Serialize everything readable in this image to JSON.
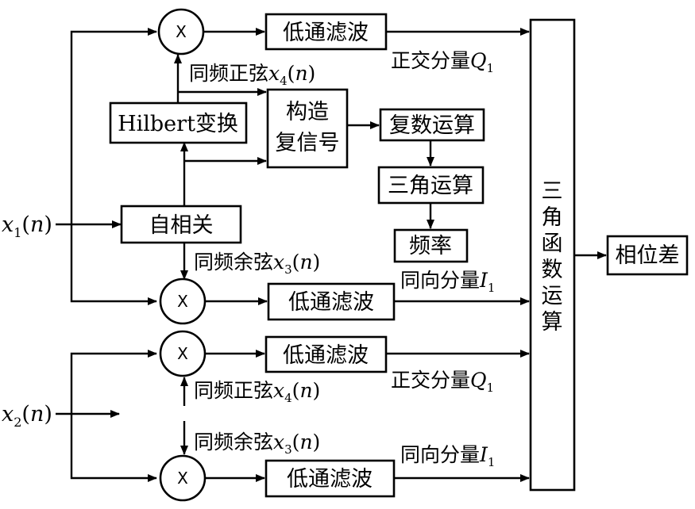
{
  "blocks": {
    "lpf": "低通滤波",
    "hilbert": "Hilbert变换",
    "construct_line1": "构造",
    "construct_line2": "复信号",
    "complex_op": "复数运算",
    "trig_op": "三角运算",
    "frequency": "频率",
    "autocorr": "自相关",
    "trig_func_chars": [
      "三",
      "角",
      "函",
      "数",
      "运",
      "算"
    ],
    "phase_diff": "相位差",
    "multiplier": "X"
  },
  "signals": {
    "x1": {
      "var": "x",
      "sub": "1",
      "arg": "n"
    },
    "x2": {
      "var": "x",
      "sub": "2",
      "arg": "n"
    }
  },
  "labels": {
    "sin_prefix": "同频正弦",
    "cos_prefix": "同频余弦",
    "sin_var": {
      "var": "x",
      "sub": "4",
      "arg": "n"
    },
    "cos_var": {
      "var": "x",
      "sub": "3",
      "arg": "n"
    },
    "quad_prefix": "正交分量",
    "quad_var": {
      "var": "Q",
      "sub": "1"
    },
    "inphase_prefix": "同向分量",
    "inphase_var": {
      "var": "I",
      "sub": "1"
    }
  }
}
